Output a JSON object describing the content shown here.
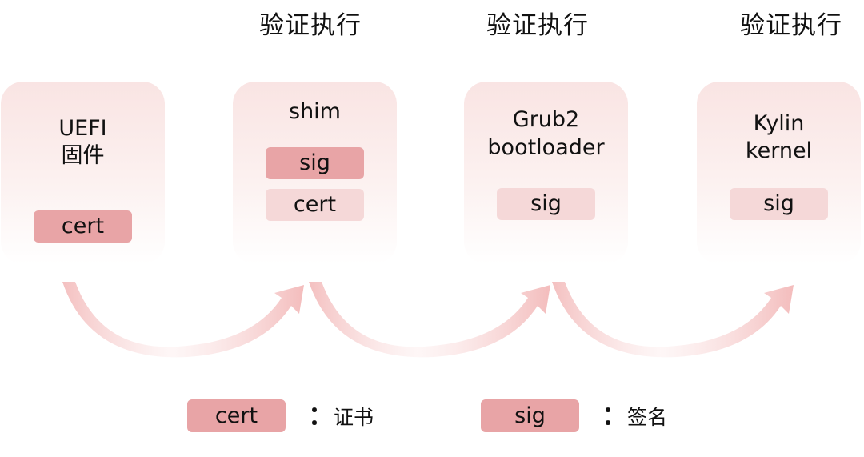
{
  "headings": [
    "验证执行",
    "验证执行",
    "验证执行"
  ],
  "cards": [
    {
      "title_lines": [
        "UEFI",
        "固件"
      ],
      "pills": [
        "cert"
      ]
    },
    {
      "title_lines": [
        "shim"
      ],
      "pills": [
        "sig",
        "cert"
      ]
    },
    {
      "title_lines": [
        "Grub2",
        "bootloader"
      ],
      "pills": [
        "sig"
      ]
    },
    {
      "title_lines": [
        "Kylin",
        "kernel"
      ],
      "pills": [
        "sig"
      ]
    }
  ],
  "legend": [
    {
      "label": "cert",
      "colon": "：",
      "meaning": "证书"
    },
    {
      "label": "sig",
      "colon": "：",
      "meaning": "签名"
    }
  ],
  "colors": {
    "strong_pill": "#e8a4a6",
    "light_pill": "#f5d8d8",
    "card_top": "#f9e4e3",
    "arrow": "#f2b5b5"
  }
}
